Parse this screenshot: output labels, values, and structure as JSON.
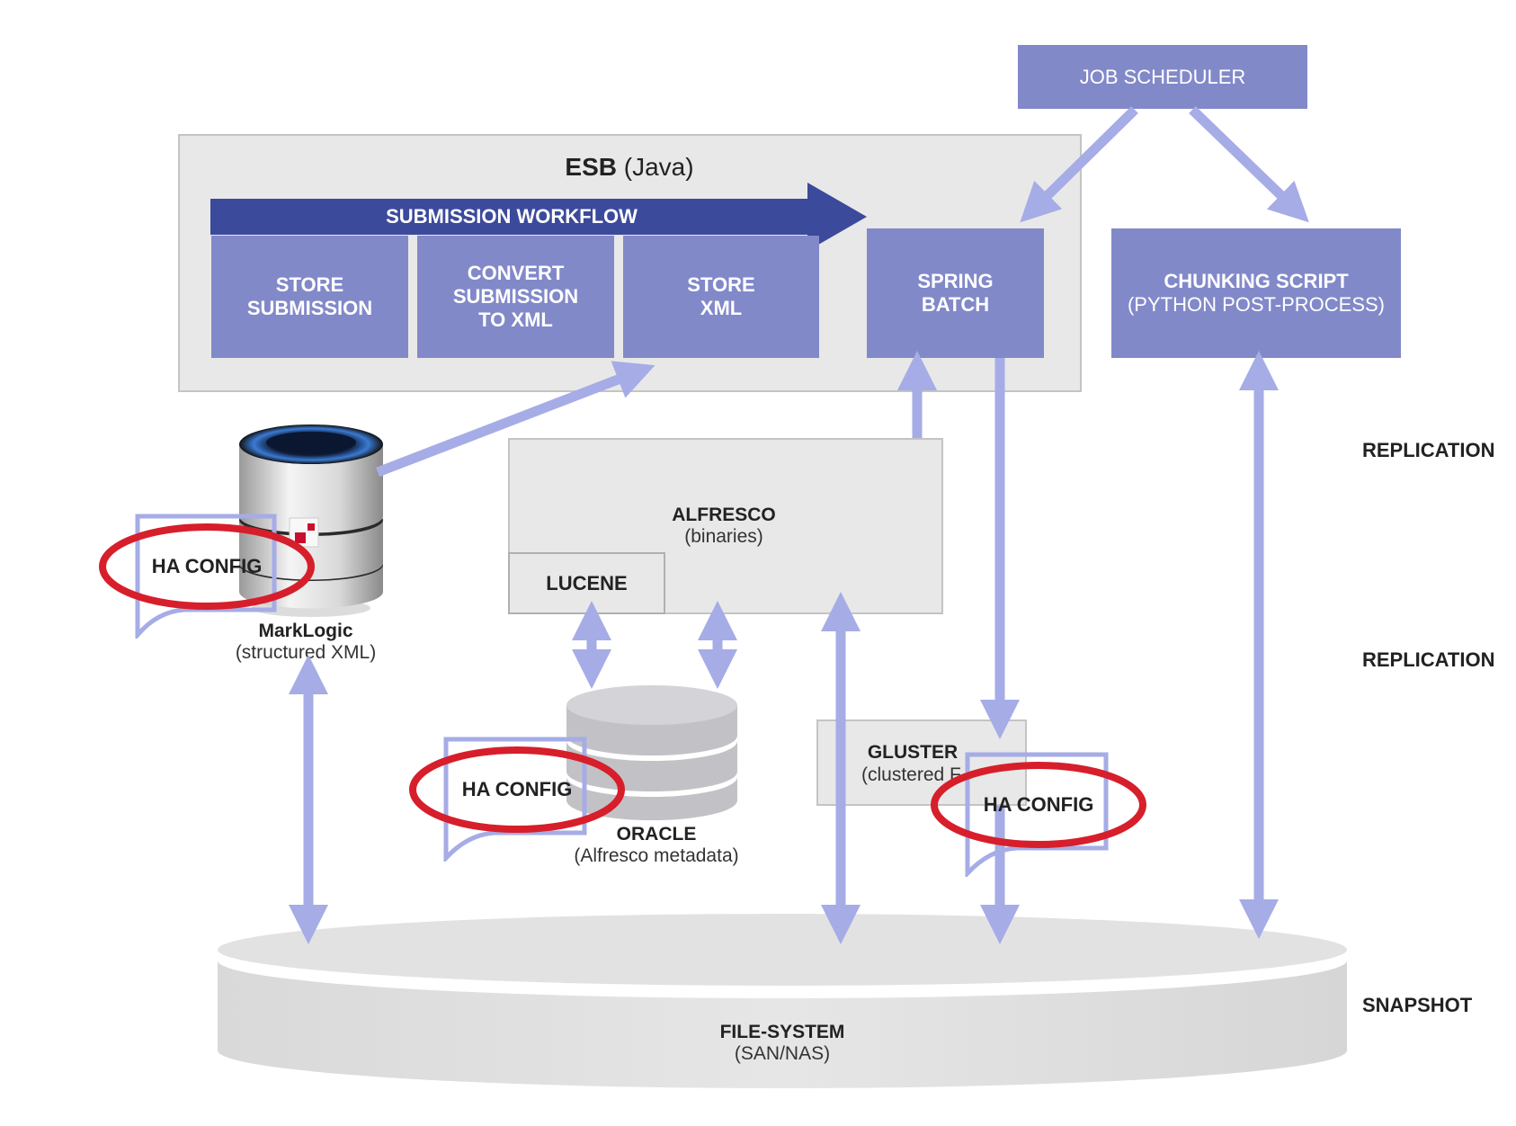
{
  "esb": {
    "title": "ESB",
    "subtitle": "(Java)"
  },
  "workflow": {
    "label": "SUBMISSION WORKFLOW"
  },
  "steps": [
    {
      "line1": "STORE",
      "line2": "SUBMISSION",
      "line3": ""
    },
    {
      "line1": "CONVERT",
      "line2": "SUBMISSION",
      "line3": "TO XML"
    },
    {
      "line1": "STORE",
      "line2": "XML",
      "line3": ""
    }
  ],
  "job_scheduler": {
    "label": "JOB SCHEDULER"
  },
  "spring_batch": {
    "line1": "SPRING",
    "line2": "BATCH"
  },
  "chunking": {
    "title": "CHUNKING SCRIPT",
    "subtitle": "(PYTHON POST-PROCESS)"
  },
  "marklogic": {
    "title": "MarkLogic",
    "subtitle": "(structured XML)"
  },
  "alfresco": {
    "title": "ALFRESCO",
    "subtitle": "(binaries)"
  },
  "lucene": {
    "label": "LUCENE"
  },
  "oracle": {
    "title": "ORACLE",
    "subtitle": "(Alfresco metadata)"
  },
  "gluster": {
    "title": "GLUSTER",
    "subtitle": "(clustered F"
  },
  "ha_config": {
    "label": "HA CONFIG"
  },
  "filesystem": {
    "title": "FILE-SYSTEM",
    "subtitle": "(SAN/NAS)"
  },
  "side_labels": {
    "replication_1": "REPLICATION",
    "replication_2": "REPLICATION",
    "snapshot": "SNAPSHOT"
  },
  "colors": {
    "box": "#8289c9",
    "arrow": "#a5ace6",
    "workflow": "#3c4a9c",
    "panel": "#e8e8e8",
    "highlight": "#d71e2b"
  }
}
